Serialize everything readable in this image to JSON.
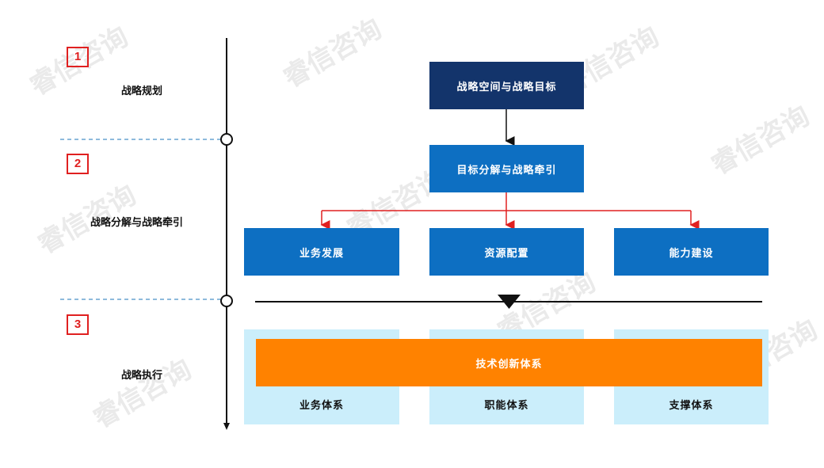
{
  "watermark": "睿信咨询",
  "stages": [
    {
      "number": "1",
      "label": "战略规划"
    },
    {
      "number": "2",
      "label": "战略分解与战略牵引"
    },
    {
      "number": "3",
      "label": "战略执行"
    }
  ],
  "flow": {
    "top": "战略空间与战略目标",
    "decomposition": "目标分解与战略牵引",
    "branches": [
      "业务发展",
      "资源配置",
      "能力建设"
    ],
    "tech": "技术创新体系",
    "systems": [
      "业务体系",
      "职能体系",
      "支撑体系"
    ]
  },
  "colors": {
    "dark_blue": "#13346b",
    "mid_blue": "#0d6fc2",
    "light_blue": "#cbeefb",
    "orange": "#ff8200",
    "red": "#e02020"
  }
}
